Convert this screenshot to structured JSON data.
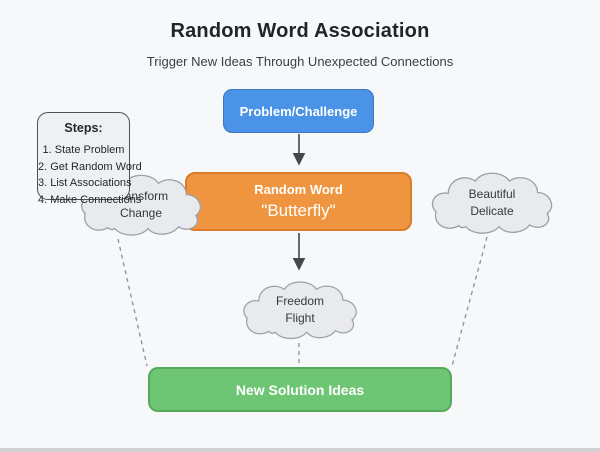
{
  "title": "Random Word Association",
  "subtitle": "Trigger New Ideas Through Unexpected Connections",
  "nodes": {
    "problem": {
      "label": "Problem/Challenge"
    },
    "random": {
      "label": "Random Word",
      "word": "\"Butterfly\""
    },
    "solution": {
      "label": "New Solution Ideas"
    }
  },
  "steps": {
    "title": "Steps:",
    "items": [
      "1. State Problem",
      "2. Get Random Word",
      "3. List Associations",
      "4. Make Connections"
    ]
  },
  "clouds": [
    {
      "line1": "Transform",
      "line2": "Change"
    },
    {
      "line1": "Beautiful",
      "line2": "Delicate"
    },
    {
      "line1": "Freedom",
      "line2": "Flight"
    }
  ],
  "colors": {
    "background": "#f7f8fa",
    "problem_fill": "#4a93e6",
    "problem_border": "#3b78c2",
    "random_fill": "#f0953f",
    "random_border": "#d97c2b",
    "solution_fill": "#6ec573",
    "solution_border": "#55a85c",
    "cloud_fill": "#e9eaee",
    "cloud_border": "#9aa0aa",
    "arrow": "#43474e",
    "dashed": "#8b9097"
  }
}
